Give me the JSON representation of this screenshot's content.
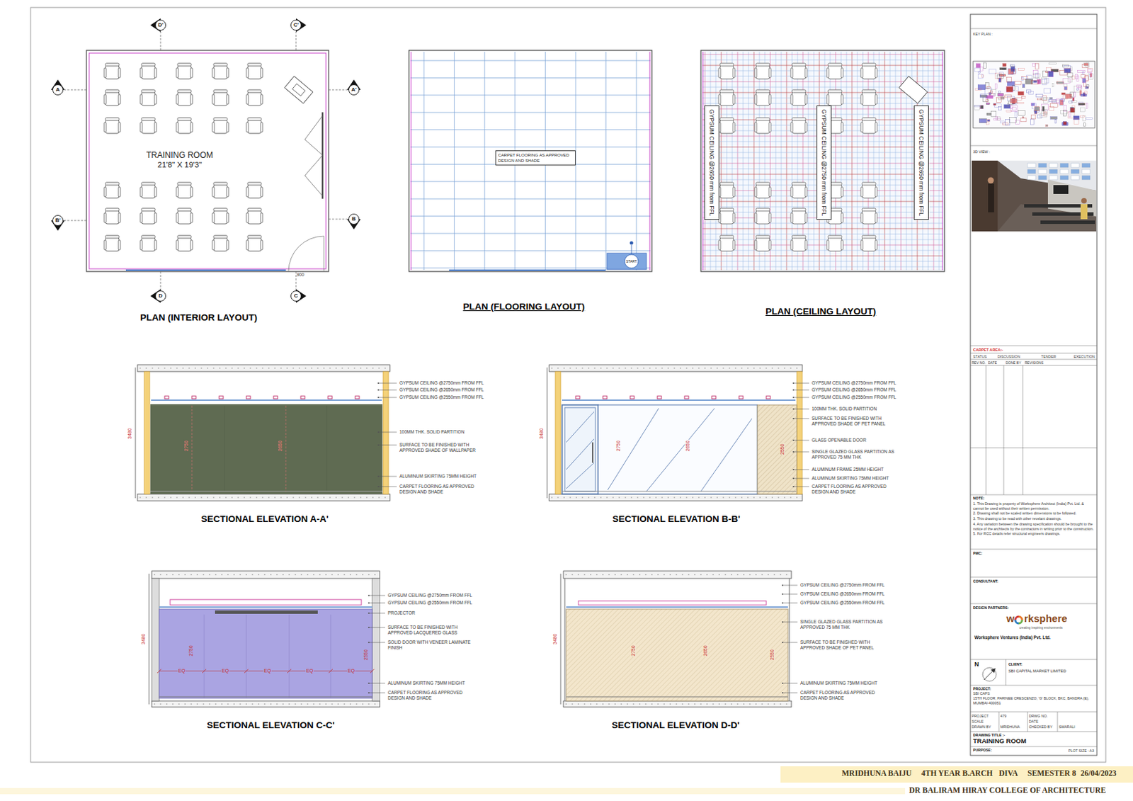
{
  "diagram": {
    "nodes": [
      {
        "text": [
          "D'"
        ]
      },
      {
        "text": [
          "C'"
        ]
      },
      {
        "text": [
          "A"
        ]
      },
      {
        "text": [
          "A'"
        ]
      },
      {
        "text": [
          "TRAINING ROOM",
          "21'8\" X 19'3\""
        ]
      },
      {
        "text": [
          "B'"
        ]
      },
      {
        "text": [
          "B"
        ]
      },
      {
        "text": [
          "D"
        ]
      },
      {
        "text": [
          "C"
        ]
      },
      {
        "text": [
          "CARPET FLOORING AS APPROVED DESIGN AND SHADE"
        ]
      },
      {
        "text": [
          "GYPSUM CEILING @2650 mm from FFL"
        ]
      },
      {
        "text": [
          "GYPSUM CEILING @2750 mm from FFL"
        ]
      },
      {
        "text": [
          "GYPSUM CEILING @2650 mm from FFL"
        ]
      }
    ],
    "labels": [
      "900",
      "PLAN (INTERIOR LAYOUT)",
      "PLAN (FLOORING LAYOUT)",
      "START",
      "PLAN (CEILING LAYOUT)",
      "GYPSUM CEILING @2750mm FROM FFL",
      "GYPSUM CEILING @2650mm FROM FFL",
      "GYPSUM CEILING @2550mm FROM FFL",
      "100MM THK. SOLID PARTITION",
      "SURFACE TO BE FINISHED WITH APPROVED SHADE OF WALLPAPER",
      "ALUMINUM SKIRTING 75MM HEIGHT",
      "CARPET FLOORING AS APPROVED DESIGN AND SHADE",
      "3480",
      "2750",
      "2650",
      "SECTIONAL ELEVATION A-A'",
      "GYPSUM CEILING @2750mm FROM FFL",
      "GYPSUM CEILING @2650mm FROM FFL",
      "GYPSUM CEILING @2550mm FROM FFL",
      "100MM THK. SOLID PARTITION",
      "SURFACE TO BE FINISHED WITH APPROVED SHADE OF PET PANEL",
      "GLASS OPENABLE DOOR",
      "SINGLE GLAZED GLASS PARTITION AS APPROVED 75 MM THK",
      "ALUMINUM FRAME 25MM HEIGHT",
      "ALUMINUM SKIRTING 75MM HEIGHT",
      "CARPET FLOORING AS APPROVED DESIGN AND SHADE",
      "3480",
      "2750",
      "2650",
      "2550",
      "SECTIONAL ELEVATION B-B'",
      "GYPSUM CEILING @2750mm FROM FFL",
      "GYPSUM CEILING @2550mm FROM FFL",
      "PROJECTOR",
      "SURFACE TO BE FINISHED WITH APPROVED LACQUERED GLASS",
      "SOLID DOOR WITH VENEER LAMINATE FINISH",
      "ALUMINUM SKIRTING 75MM HEIGHT",
      "CARPET FLOORING AS APPROVED DESIGN AND SHADE",
      "3480",
      "2750",
      "2550",
      "EQ",
      "EQ",
      "EQ",
      "EQ",
      "EQ",
      "SECTIONAL ELEVATION C-C'",
      "GYPSUM CEILING @2750mm FROM FFL",
      "GYPSUM CEILING @2650mm FROM FFL",
      "GYPSUM CEILING @2550mm FROM FFL",
      "SINGLE GLAZED GLASS PARTITION AS APPROVED 75 MM THK",
      "SURFACE TO BE FINISHED WITH APPROVED SHADE OF PET PANEL",
      "ALUMINUM SKIRTING 75MM HEIGHT",
      "CARPET FLOORING AS APPROVED DESIGN AND SHADE",
      "3480",
      "2750",
      "2650",
      "2550",
      "SECTIONAL ELEVATION D-D'",
      "KEY PLAN :",
      "3D VIEW :",
      "CARPET AREA:-",
      "STATUS",
      "DISCUSSION",
      "TENDER",
      "EXECUTION",
      "REV NO.",
      "DATE",
      "DONE BY",
      "REVISIONS",
      "NOTE:",
      "1. This Drawing is property of Worksphere Architect (India) Pvt. Ltd. & cannot be used without their written permission.",
      "2. Drawing shall not be scaled written dimensions to be followed.",
      "3. This drawing to be read with other revelant drawings.",
      "4. Any variation between the drawing specification should be brought to the notice of the architects by the contractors in writing prior to the construction.",
      "5. For RCC details refer structural engineers drawings.",
      "PMC:",
      "CONSULTANT:",
      "DESIGN PARTNERS:",
      "w",
      "rksphere",
      "creating inspiring environments",
      "Worksphere Ventures (India) Pvt. Ltd.",
      "N",
      "CLIENT:",
      "SBI CAPITAL MARKET LIMITED",
      "PROJECT:",
      "SBI CAPS",
      "15TH FLOOR, PARINEE CRESCENZO, 'G' BLOCK, BKC, BANDRA (E), MUMBAI-400051",
      "PROJECT",
      "479",
      "DRWG NO.",
      "SCALE",
      "DATE",
      "DRAWN BY",
      "MRIDHUNA",
      "CHECKED BY",
      "SWARALI",
      "DRAWING TITLE :-",
      "TRAINING ROOM",
      "PURPOSE:",
      "PLOT SIZE : A3",
      "MRIDHUNA BAIJU",
      "4TH YEAR B.ARCH",
      "DIVA",
      "SEMESTER 8",
      "26/04/2023",
      "DR BALIRAM HIRAY COLLEGE OF ARCHITECTURE"
    ]
  }
}
